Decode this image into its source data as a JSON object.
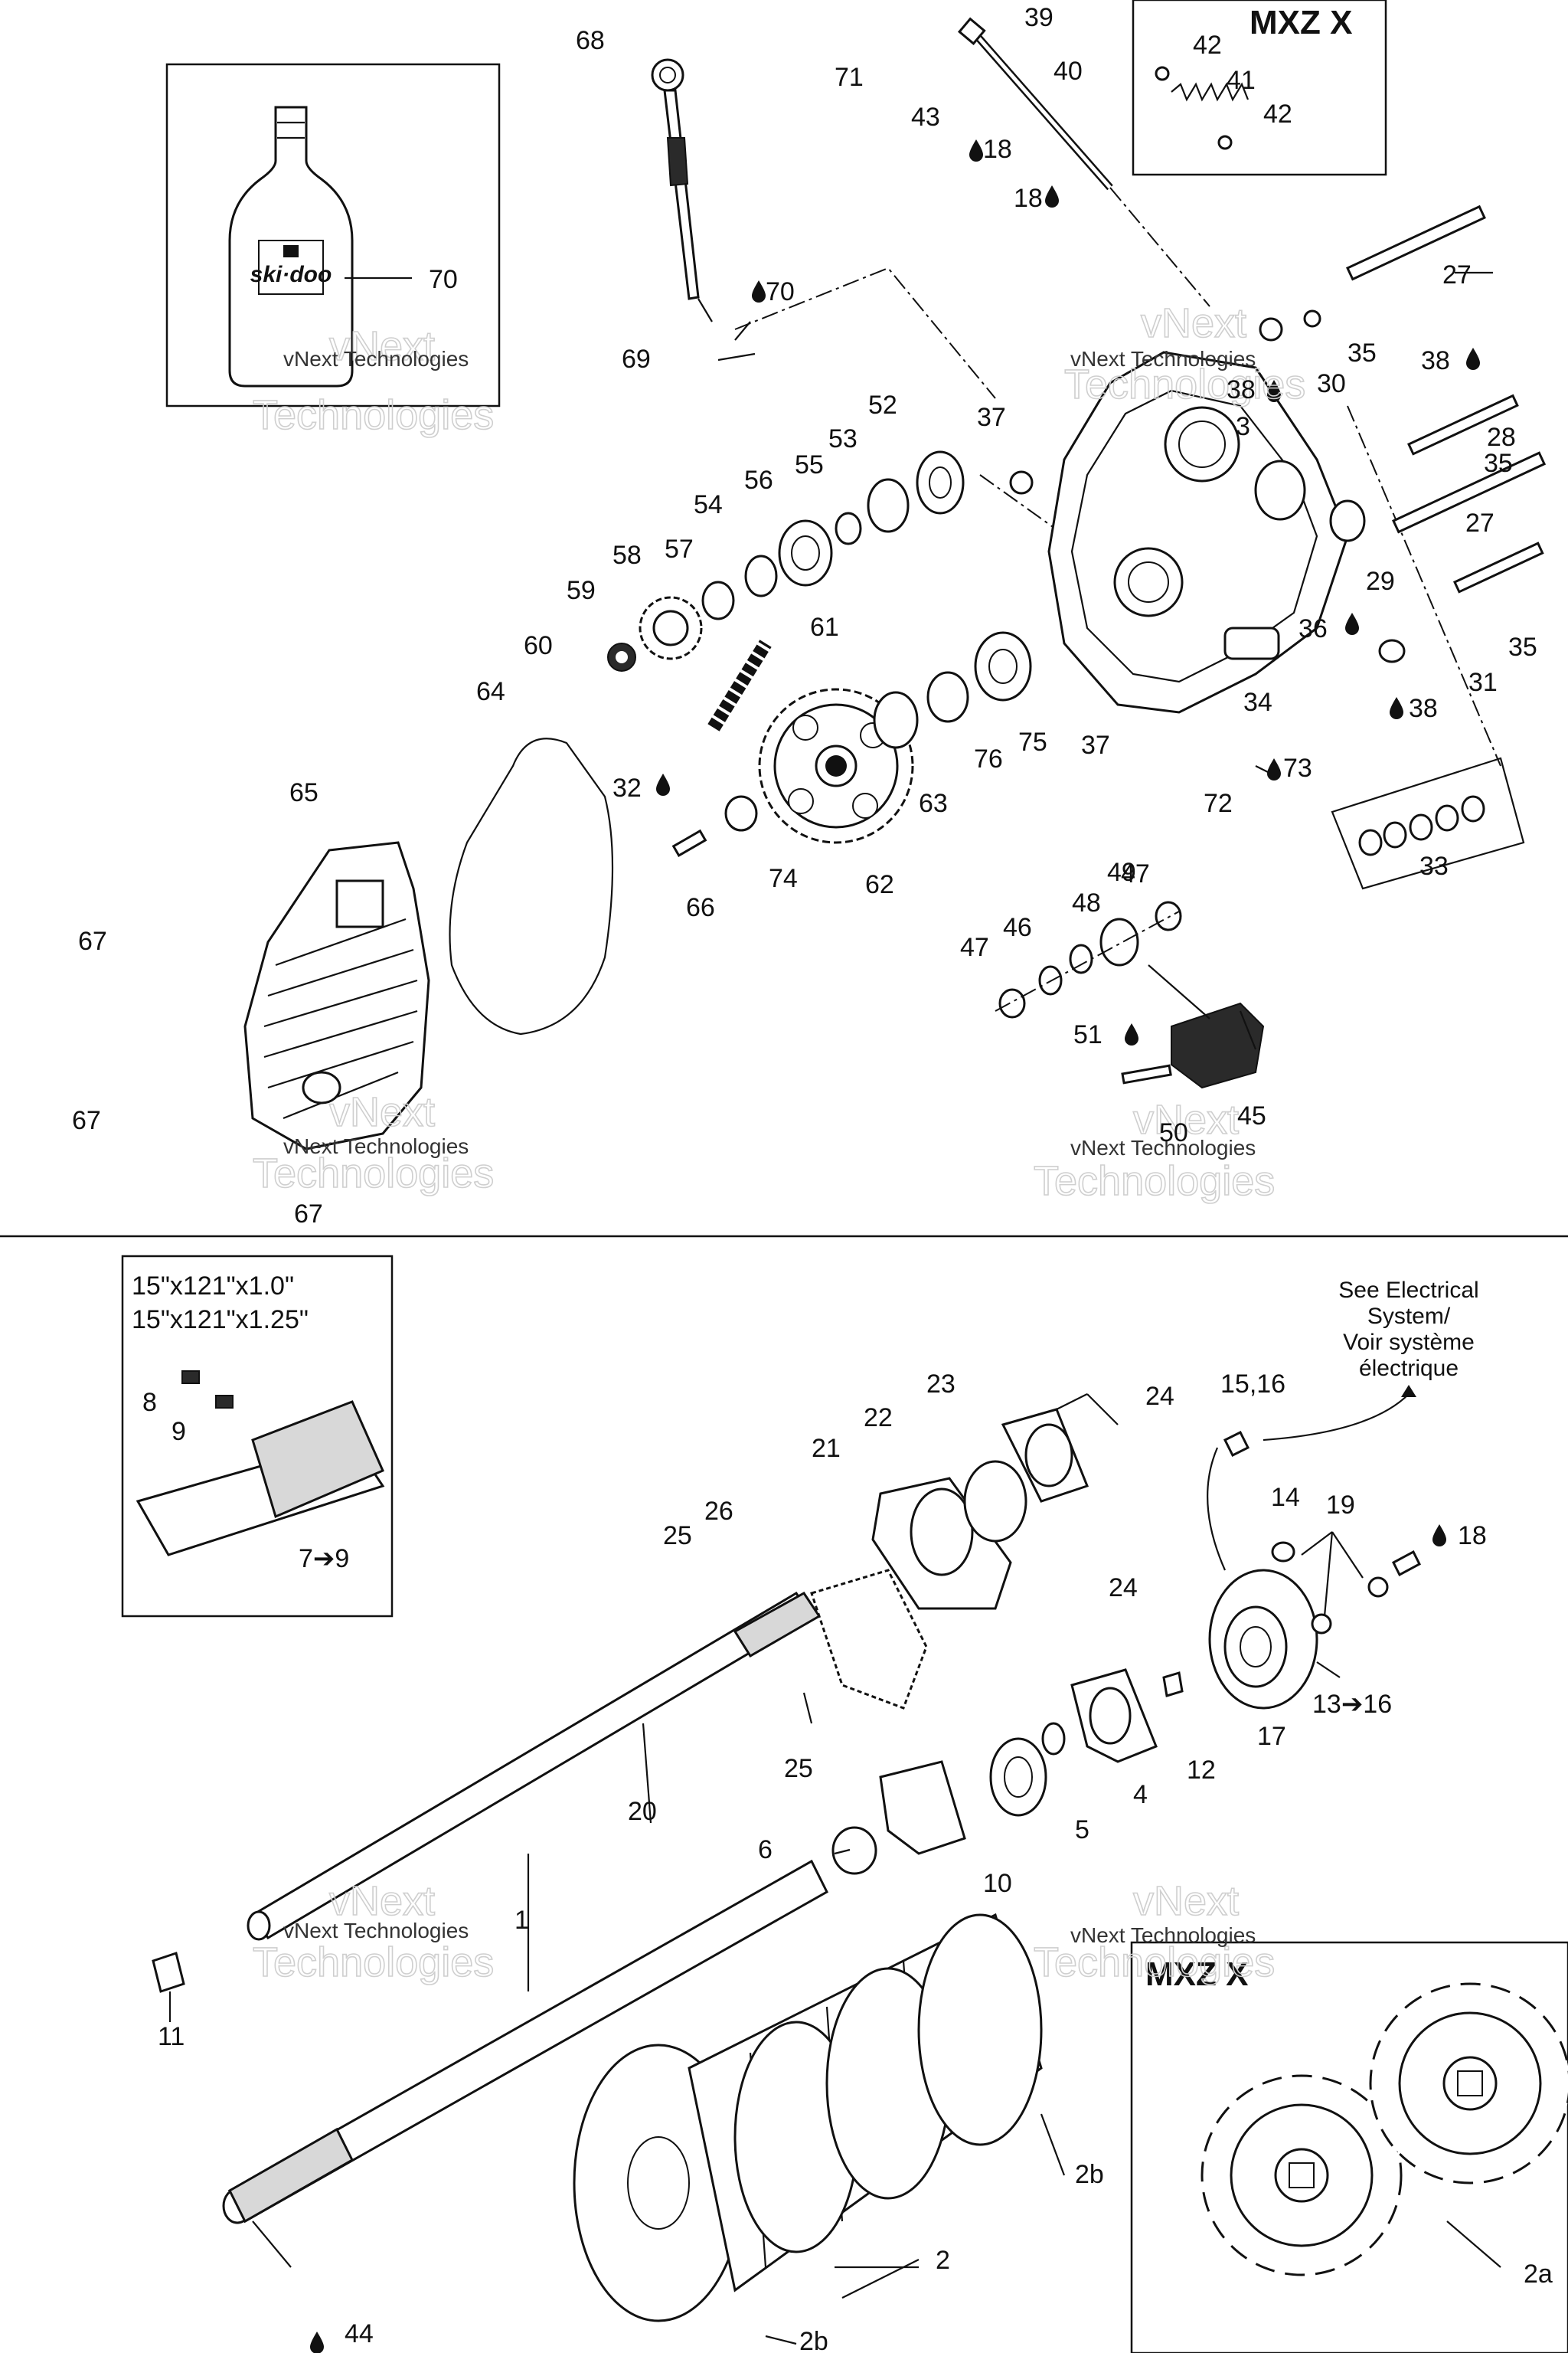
{
  "top_section": {
    "inset_title": "MXZ X",
    "callouts": [
      "68",
      "39",
      "71",
      "40",
      "42",
      "41",
      "42",
      "43",
      "18",
      "18",
      "70",
      "70",
      "69",
      "27",
      "35",
      "30",
      "38",
      "38",
      "28",
      "35",
      "52",
      "53",
      "55",
      "56",
      "54",
      "37",
      "3",
      "27",
      "29",
      "57",
      "58",
      "59",
      "61",
      "36",
      "35",
      "31",
      "38",
      "60",
      "64",
      "34",
      "76",
      "75",
      "37",
      "73",
      "72",
      "32",
      "65",
      "63",
      "74",
      "62",
      "66",
      "33",
      "47",
      "49",
      "48",
      "46",
      "47",
      "67",
      "51",
      "50",
      "45",
      "67",
      "67"
    ]
  },
  "bottom_section": {
    "inset_track_size_1": "15\"x121\"x1.0\"",
    "inset_track_size_2": "15\"x121\"x1.25\"",
    "inset_range": "7➔9",
    "see_electrical": [
      "See Electrical",
      "System/",
      "Voir système",
      "électrique"
    ],
    "inset_title": "MXZ X",
    "callouts": [
      "8",
      "9",
      "23",
      "22",
      "24",
      "15,16",
      "21",
      "26",
      "25",
      "14",
      "19",
      "18",
      "24",
      "13➔16",
      "17",
      "12",
      "4",
      "5",
      "25",
      "20",
      "6",
      "10",
      "11",
      "1",
      "2b",
      "2",
      "2b",
      "44",
      "2a"
    ]
  },
  "watermark": {
    "line1": "vNext",
    "line2": "Technologies",
    "caption": "vNext Technologies"
  },
  "icons": [
    "oil-drop-icon"
  ],
  "colors": {
    "ink": "#111111",
    "watermark": "#cfcfcf",
    "background": "#ffffff"
  }
}
